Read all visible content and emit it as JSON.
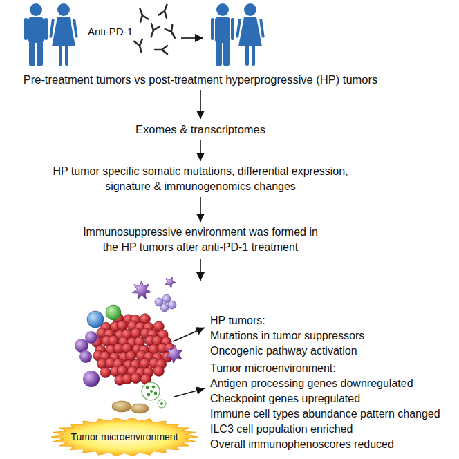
{
  "diagram": {
    "nodes": [
      {
        "text": [
          "Pre-treatment tumors vs post-treatment hyperprogressive (HP) tumors"
        ]
      },
      {
        "text": [
          "Exomes & transcriptomes"
        ]
      },
      {
        "text": [
          "HP tumor specific somatic mutations, differential expression, signature & immunogenomics changes"
        ]
      },
      {
        "text": [
          "Immunosuppressive environment was formed in the HP tumors after anti-PD-1 treatment"
        ]
      },
      {
        "text": [
          "Tumor microenvironment"
        ]
      }
    ],
    "edges": [
      {
        "from": 0,
        "to": 1,
        "arrow": "to"
      },
      {
        "from": 1,
        "to": 2,
        "arrow": "to"
      },
      {
        "from": 2,
        "to": 3,
        "arrow": "to"
      }
    ],
    "labels": [
      "Anti-PD-1",
      "HP tumors:",
      "Mutations in tumor suppressors",
      "Oncogenic pathway activation",
      "Tumor microenvironment:",
      "Antigen processing genes downregulated",
      "Checkpoint genes upregulated",
      "Immune cell types abundance pattern changed",
      "ILC3 cell population enriched",
      "Overall immunophenoscores reduced"
    ]
  }
}
